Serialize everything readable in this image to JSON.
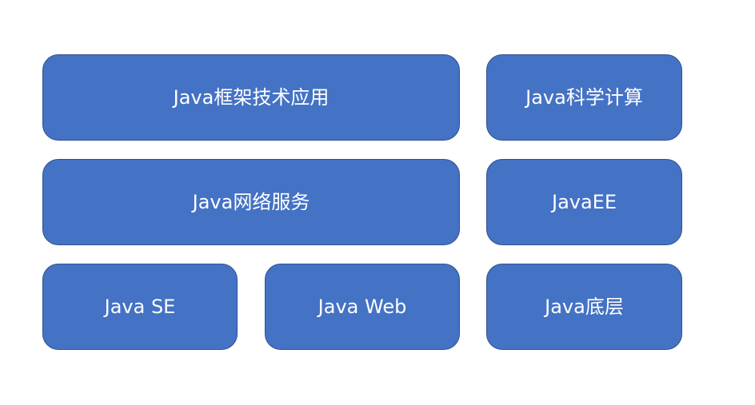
{
  "colors": {
    "box_fill": "#4472C4",
    "box_border": "#2F528F",
    "text": "#FFFFFF",
    "background": "#FFFFFF"
  },
  "boxes": {
    "framework": {
      "label": "Java框架技术应用"
    },
    "science": {
      "label": "Java科学计算"
    },
    "network": {
      "label": "Java网络服务"
    },
    "javaee": {
      "label": "JavaEE"
    },
    "javase": {
      "label": "Java SE"
    },
    "javaweb": {
      "label": "Java Web"
    },
    "lowlevel": {
      "label": "Java底层"
    }
  }
}
